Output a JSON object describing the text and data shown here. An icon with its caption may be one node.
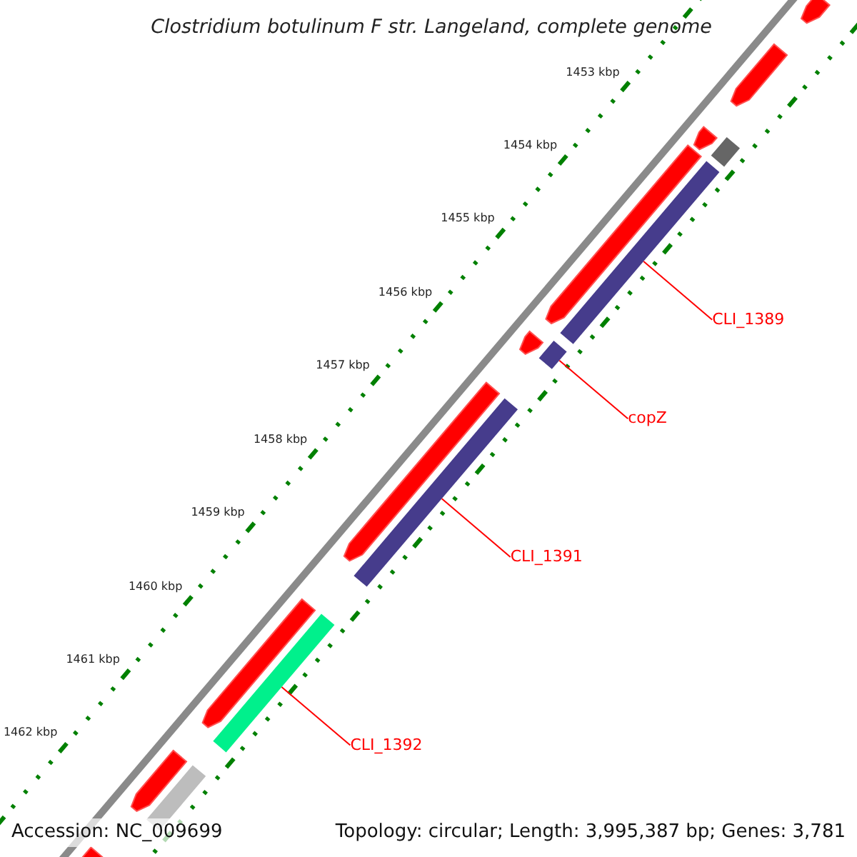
{
  "diagram": {
    "title": "Clostridium botulinum F str. Langeland, complete genome",
    "nodes": [
      {
        "text": [
          "CLI_1389"
        ]
      },
      {
        "text": [],
        "shape": "bar"
      },
      {
        "text": [
          "copZ"
        ]
      },
      {
        "text": [],
        "shape": "bar"
      },
      {
        "text": [
          "CLI_1391"
        ]
      },
      {
        "text": [],
        "shape": "bar"
      },
      {
        "text": [
          "CLI_1392"
        ]
      },
      {
        "text": [],
        "shape": "bar"
      }
    ],
    "edges": [
      {
        "from": 0,
        "to": 1,
        "arrow": "none"
      },
      {
        "from": 2,
        "to": 3,
        "arrow": "none"
      },
      {
        "from": 4,
        "to": 5,
        "arrow": "none"
      },
      {
        "from": 6,
        "to": 7,
        "arrow": "none"
      }
    ],
    "labels": [
      "1453 kbp",
      "1454 kbp",
      "1455 kbp",
      "1456 kbp",
      "1457 kbp",
      "1458 kbp",
      "1459 kbp",
      "1460 kbp",
      "1461 kbp",
      "1462 kbp",
      "Accession: NC_009699",
      "Topology: circular; Length: 3,995,387 bp; Genes: 3,781"
    ]
  }
}
